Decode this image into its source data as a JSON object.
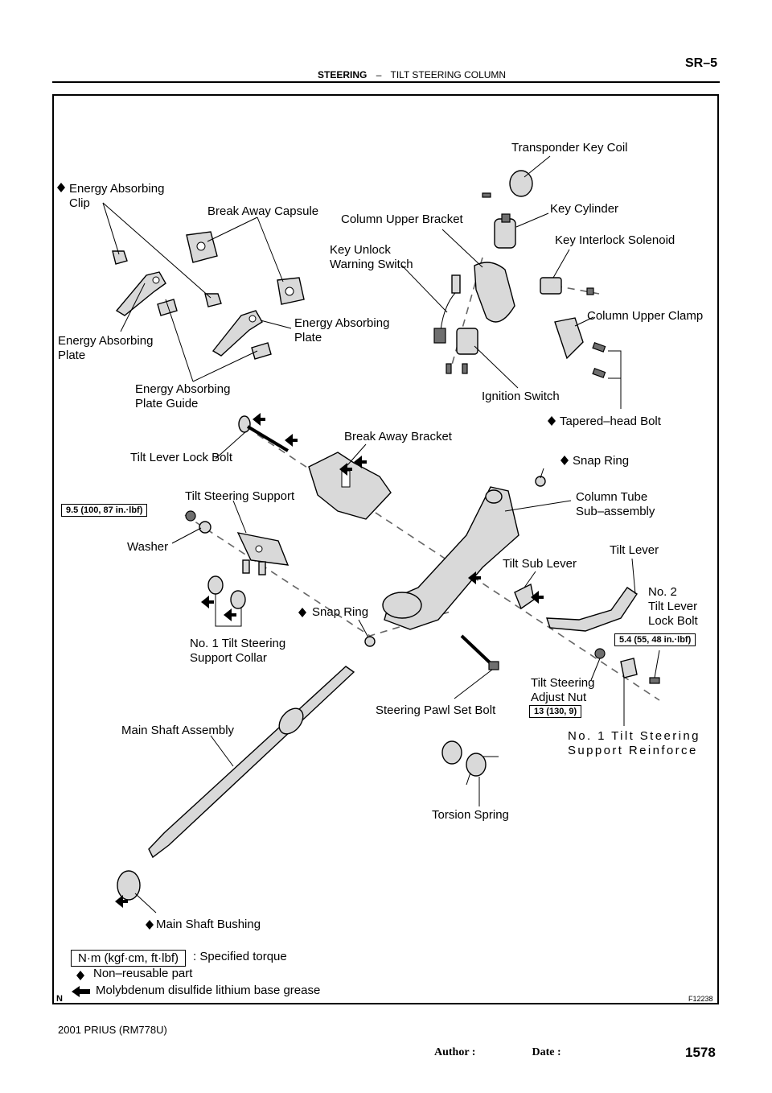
{
  "header": {
    "section": "STEERING",
    "separator": "–",
    "subsection": "TILT STEERING COLUMN",
    "page_code": "SR–5"
  },
  "figure": {
    "id": "F12238",
    "corner_mark": "N",
    "labels": {
      "transponder_key_coil": "Transponder Key Coil",
      "energy_absorbing_clip": "Energy Absorbing\nClip",
      "break_away_capsule": "Break Away Capsule",
      "column_upper_bracket": "Column Upper Bracket",
      "key_cylinder": "Key Cylinder",
      "key_interlock_solenoid": "Key Interlock Solenoid",
      "key_unlock_warning_switch": "Key Unlock\nWarning Switch",
      "column_upper_clamp": "Column Upper Clamp",
      "energy_absorbing_plate_left": "Energy Absorbing\nPlate",
      "energy_absorbing_plate_right": "Energy Absorbing\nPlate",
      "energy_absorbing_plate_guide": "Energy Absorbing\nPlate Guide",
      "ignition_switch": "Ignition Switch",
      "tapered_head_bolt": "Tapered–head Bolt",
      "break_away_bracket": "Break Away Bracket",
      "tilt_lever_lock_bolt": "Tilt Lever Lock Bolt",
      "snap_ring_upper": "Snap Ring",
      "tilt_steering_support": "Tilt Steering Support",
      "column_tube_sub_assembly": "Column Tube\nSub–assembly",
      "washer": "Washer",
      "tilt_lever": "Tilt Lever",
      "tilt_sub_lever": "Tilt Sub Lever",
      "no2_tilt_lever_lock_bolt": "No. 2\nTilt Lever\nLock Bolt",
      "snap_ring_lower": "Snap Ring",
      "no1_tilt_steering_support_collar": "No. 1 Tilt Steering\nSupport Collar",
      "tilt_steering_adjust_nut": "Tilt Steering\nAdjust Nut",
      "steering_pawl_set_bolt": "Steering Pawl Set Bolt",
      "main_shaft_assembly": "Main Shaft Assembly",
      "no1_tilt_steering_support_reinforce": "No. 1 Tilt Steering\nSupport Reinforce",
      "torsion_spring": "Torsion Spring",
      "main_shaft_bushing": "Main Shaft Bushing"
    },
    "torque_specs": {
      "tilt_lever_lock_bolt": "9.5 (100, 87 in.·lbf)",
      "no2_tilt_lever_lock_bolt": "5.4 (55, 48 in.·lbf)",
      "tilt_steering_adjust_nut": "13 (130, 9)"
    },
    "legend": {
      "torque_unit": "N·m (kgf·cm, ft·lbf)",
      "torque_desc": ": Specified torque",
      "non_reusable": "Non–reusable part",
      "grease": "Molybdenum disulfide lithium base grease"
    }
  },
  "footer": {
    "model": "2001 PRIUS   (RM778U)",
    "author_date": "Author :                    Date :",
    "page_number": "1578"
  },
  "colors": {
    "ink": "#000000",
    "part_fill": "#d9d9d9",
    "part_dark": "#6f6f6f",
    "axis": "#666666"
  },
  "icons": {
    "non_reusable": "diamond-icon",
    "grease": "grease-arrow-icon"
  }
}
